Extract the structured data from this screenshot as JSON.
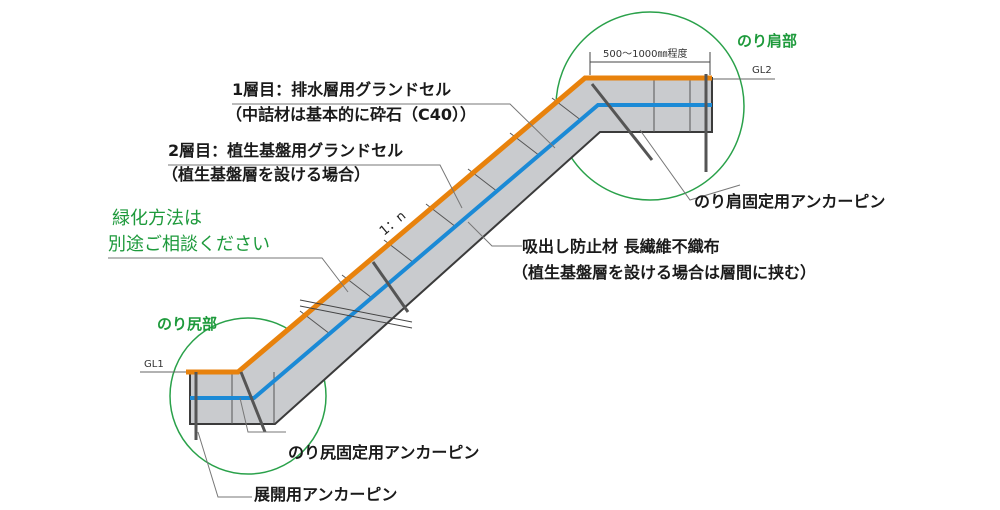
{
  "labels": {
    "layer1_line1": "1層目：排水層用グランドセル",
    "layer1_line2": "（中詰材は基本的に砕石（C40））",
    "layer2_line1": "2層目：植生基盤用グランドセル",
    "layer2_line2": "（植生基盤層を設ける場合）",
    "greening_line1": "緑化方法は",
    "greening_line2": "別途ご相談ください",
    "shoulder": "のり肩部",
    "toe": "のり尻部",
    "width_range": "500～1000㎜程度",
    "gl1": "GL1",
    "gl2": "GL2",
    "slope": "1：n",
    "shoulder_anchor": "のり肩固定用アンカーピン",
    "fabric_line1": "吸出し防止材 長繊維不織布",
    "fabric_line2": "（植生基盤層を設ける場合は層間に挟む）",
    "toe_anchor": "のり尻固定用アンカーピン",
    "deploy_anchor": "展開用アンカーピン"
  },
  "colors": {
    "orange": "#e8820c",
    "blue": "#1b8ad6",
    "cell": "#c9cbce",
    "green": "#1e9a3c"
  }
}
